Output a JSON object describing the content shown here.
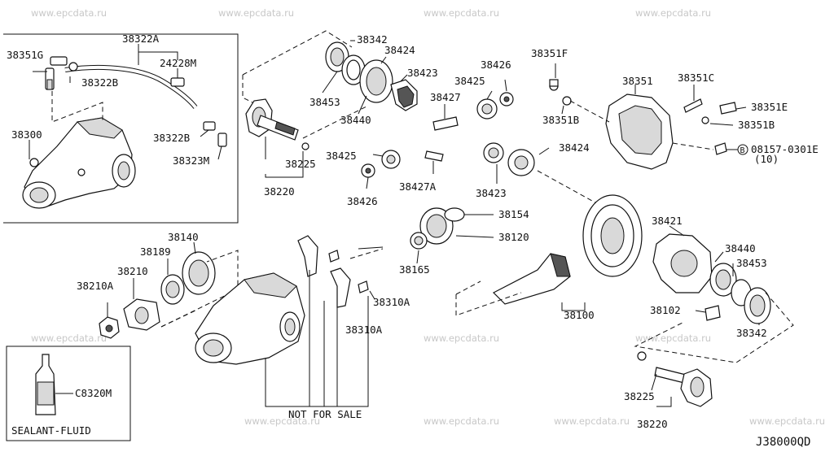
{
  "watermark": "www.epcdata.ru",
  "diagram_code": "J38000QD",
  "labels": {
    "p38351G": "38351G",
    "p38322A": "38322A",
    "p24228M": "24228M",
    "p38322B_top": "38322B",
    "p38300": "38300",
    "p38322B_mid": "38322B",
    "p38323M": "38323M",
    "p38342_top": "38342",
    "p38424_top": "38424",
    "p38423_top": "38423",
    "p38453_top": "38453",
    "p38440_top": "38440",
    "p38225_top": "38225",
    "p38220_top": "38220",
    "p38426_top": "38426",
    "p38425_top": "38425",
    "p38427": "38427",
    "p38425_mid": "38425",
    "p38426_mid": "38426",
    "p38427A": "38427A",
    "p38424_mid": "38424",
    "p38423_mid": "38423",
    "p38351F": "38351F",
    "p38351B_left": "38351B",
    "p38351": "38351",
    "p38351C": "38351C",
    "p38351E": "38351E",
    "p38351B_right": "38351B",
    "p08157": "08157-0301E",
    "p08157_qty": "(10)",
    "p08157_badge": "B",
    "p38154": "38154",
    "p38120": "38120",
    "p38165": "38165",
    "p38100": "38100",
    "p38421": "38421",
    "p38440_bot": "38440",
    "p38453_bot": "38453",
    "p38102": "38102",
    "p38342_bot": "38342",
    "p38225_bot": "38225",
    "p38220_bot": "38220",
    "p38140": "38140",
    "p38189": "38189",
    "p38210": "38210",
    "p38210A": "38210A",
    "p38310A_upper": "38310A",
    "p38310A_lower": "38310A",
    "not_for_sale": "NOT FOR SALE",
    "pC8320M": "C8320M",
    "sealant_fluid": "SEALANT-FLUID"
  }
}
